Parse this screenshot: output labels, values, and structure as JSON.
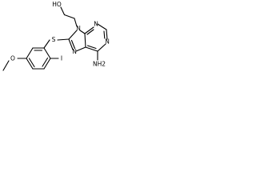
{
  "structure": {
    "atoms": {
      "hydroxyl": "HO",
      "n9": "N",
      "n1": "N",
      "n3": "N",
      "n7": "N",
      "amine": "NH2",
      "sulfur": "S",
      "iodine": "I",
      "ether_oxygen": "O"
    }
  }
}
